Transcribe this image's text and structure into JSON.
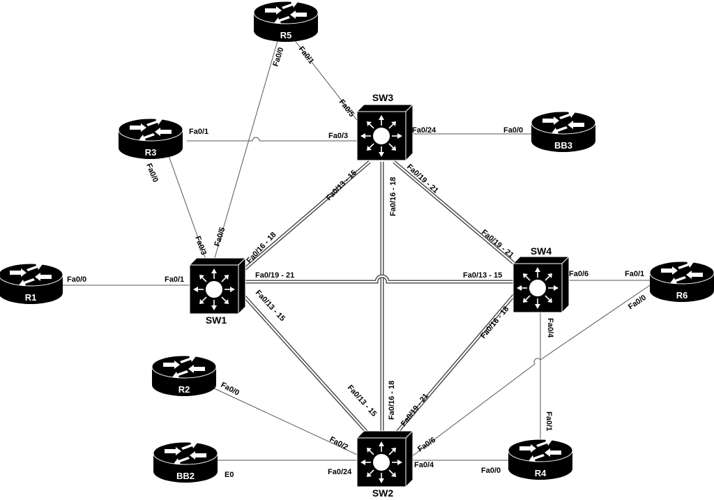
{
  "devices": {
    "R5": {
      "label": "R5"
    },
    "R3": {
      "label": "R3"
    },
    "R1": {
      "label": "R1"
    },
    "R2": {
      "label": "R2"
    },
    "BB2": {
      "label": "BB2"
    },
    "BB3": {
      "label": "BB3"
    },
    "R6": {
      "label": "R6"
    },
    "R4": {
      "label": "R4"
    },
    "SW1": {
      "label": "SW1"
    },
    "SW2": {
      "label": "SW2"
    },
    "SW3": {
      "label": "SW3"
    },
    "SW4": {
      "label": "SW4"
    }
  },
  "ports": {
    "r5_fa00": "Fa0/0",
    "r5_fa01": "Fa0/1",
    "sw3_fa05": "Fa0/5",
    "r3_fa01": "Fa0/1",
    "sw3_fa03": "Fa0/3",
    "sw3_fa024": "Fa0/24",
    "bb3_fa00": "Fa0/0",
    "r3_fa00": "Fa0/0",
    "sw1_fa03": "Fa0/3",
    "sw1_fa05": "Fa0/5",
    "sw1_fa016_18": "Fa0/16 - 18",
    "sw3_fa013_15": "Fa0/13 - 15",
    "sw3_fa016_18": "Fa0/16 - 18",
    "sw3_fa019_21": "Fa0/19 - 21",
    "sw4_fa019_21": "Fa0/19 - 21",
    "r1_fa00": "Fa0/0",
    "sw1_fa01": "Fa0/1",
    "sw1_fa019_21": "Fa0/19 - 21",
    "sw4_fa013_15": "Fa0/13 - 15",
    "sw4_fa06": "Fa0/6",
    "r6_fa01": "Fa0/1",
    "r6_fa00": "Fa0/0",
    "sw1_fa013_15": "Fa0/13 - 15",
    "sw4_fa016_18": "Fa0/16 - 18",
    "sw4_fa04": "Fa0/4",
    "r2_fa00": "Fa0/0",
    "sw2_fa02": "Fa0/2",
    "sw2_fa013_15": "Fa0/13 - 15",
    "sw2_fa016_18": "Fa0/16 - 18",
    "sw2_fa019_21": "Fa0/19 - 21",
    "sw2_fa06": "Fa0/6",
    "r4_fa01": "Fa0/1",
    "bb2_e0": "E0",
    "sw2_fa024": "Fa0/24",
    "sw2_fa04": "Fa0/4",
    "r4_fa00": "Fa0/0"
  }
}
